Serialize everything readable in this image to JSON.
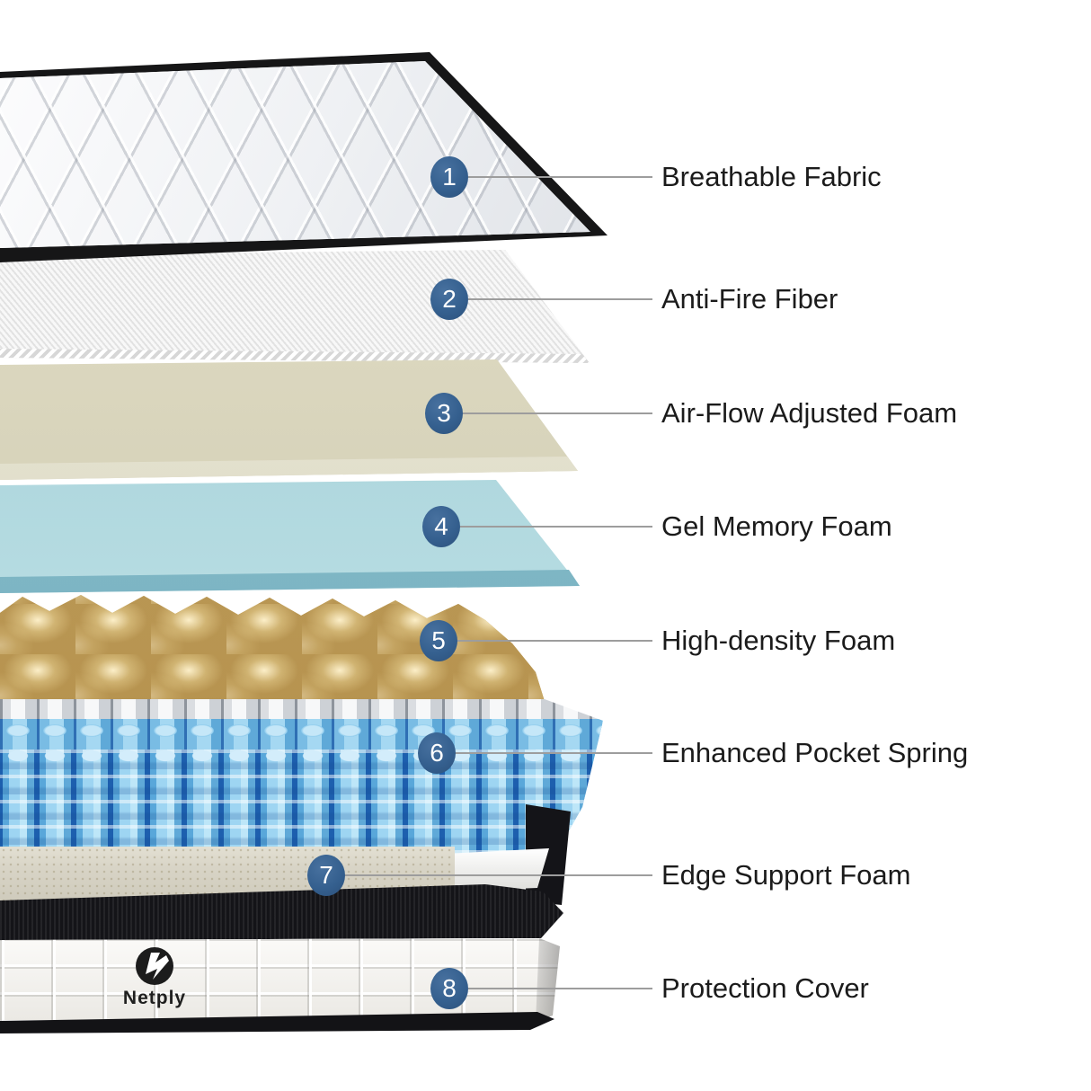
{
  "brand": {
    "logo_text": "Netply",
    "logo_icon": "n-bolt-circle-icon"
  },
  "accent_color": "#35608f",
  "connector_line_color": "#9d9d9d",
  "callouts": [
    {
      "number": "1",
      "label": "Breathable Fabric"
    },
    {
      "number": "2",
      "label": "Anti-Fire Fiber"
    },
    {
      "number": "3",
      "label": "Air-Flow Adjusted Foam"
    },
    {
      "number": "4",
      "label": "Gel Memory Foam"
    },
    {
      "number": "5",
      "label": "High-density Foam"
    },
    {
      "number": "6",
      "label": "Enhanced Pocket Spring"
    },
    {
      "number": "7",
      "label": "Edge Support Foam"
    },
    {
      "number": "8",
      "label": "Protection Cover"
    }
  ],
  "layers": [
    {
      "name": "Breathable Fabric",
      "color": "#f2f3f5"
    },
    {
      "name": "Anti-Fire Fiber",
      "color": "#efefef"
    },
    {
      "name": "Air-Flow Adjusted Foam",
      "color": "#e2dfc8"
    },
    {
      "name": "Gel Memory Foam",
      "color": "#a9d3da"
    },
    {
      "name": "High-density Foam",
      "color": "#dcc287"
    },
    {
      "name": "Enhanced Pocket Spring",
      "color": "#7fc2e8"
    },
    {
      "name": "Edge Support Foam",
      "color": "#dad6c8"
    },
    {
      "name": "Protection Cover",
      "color": "#141418"
    }
  ]
}
